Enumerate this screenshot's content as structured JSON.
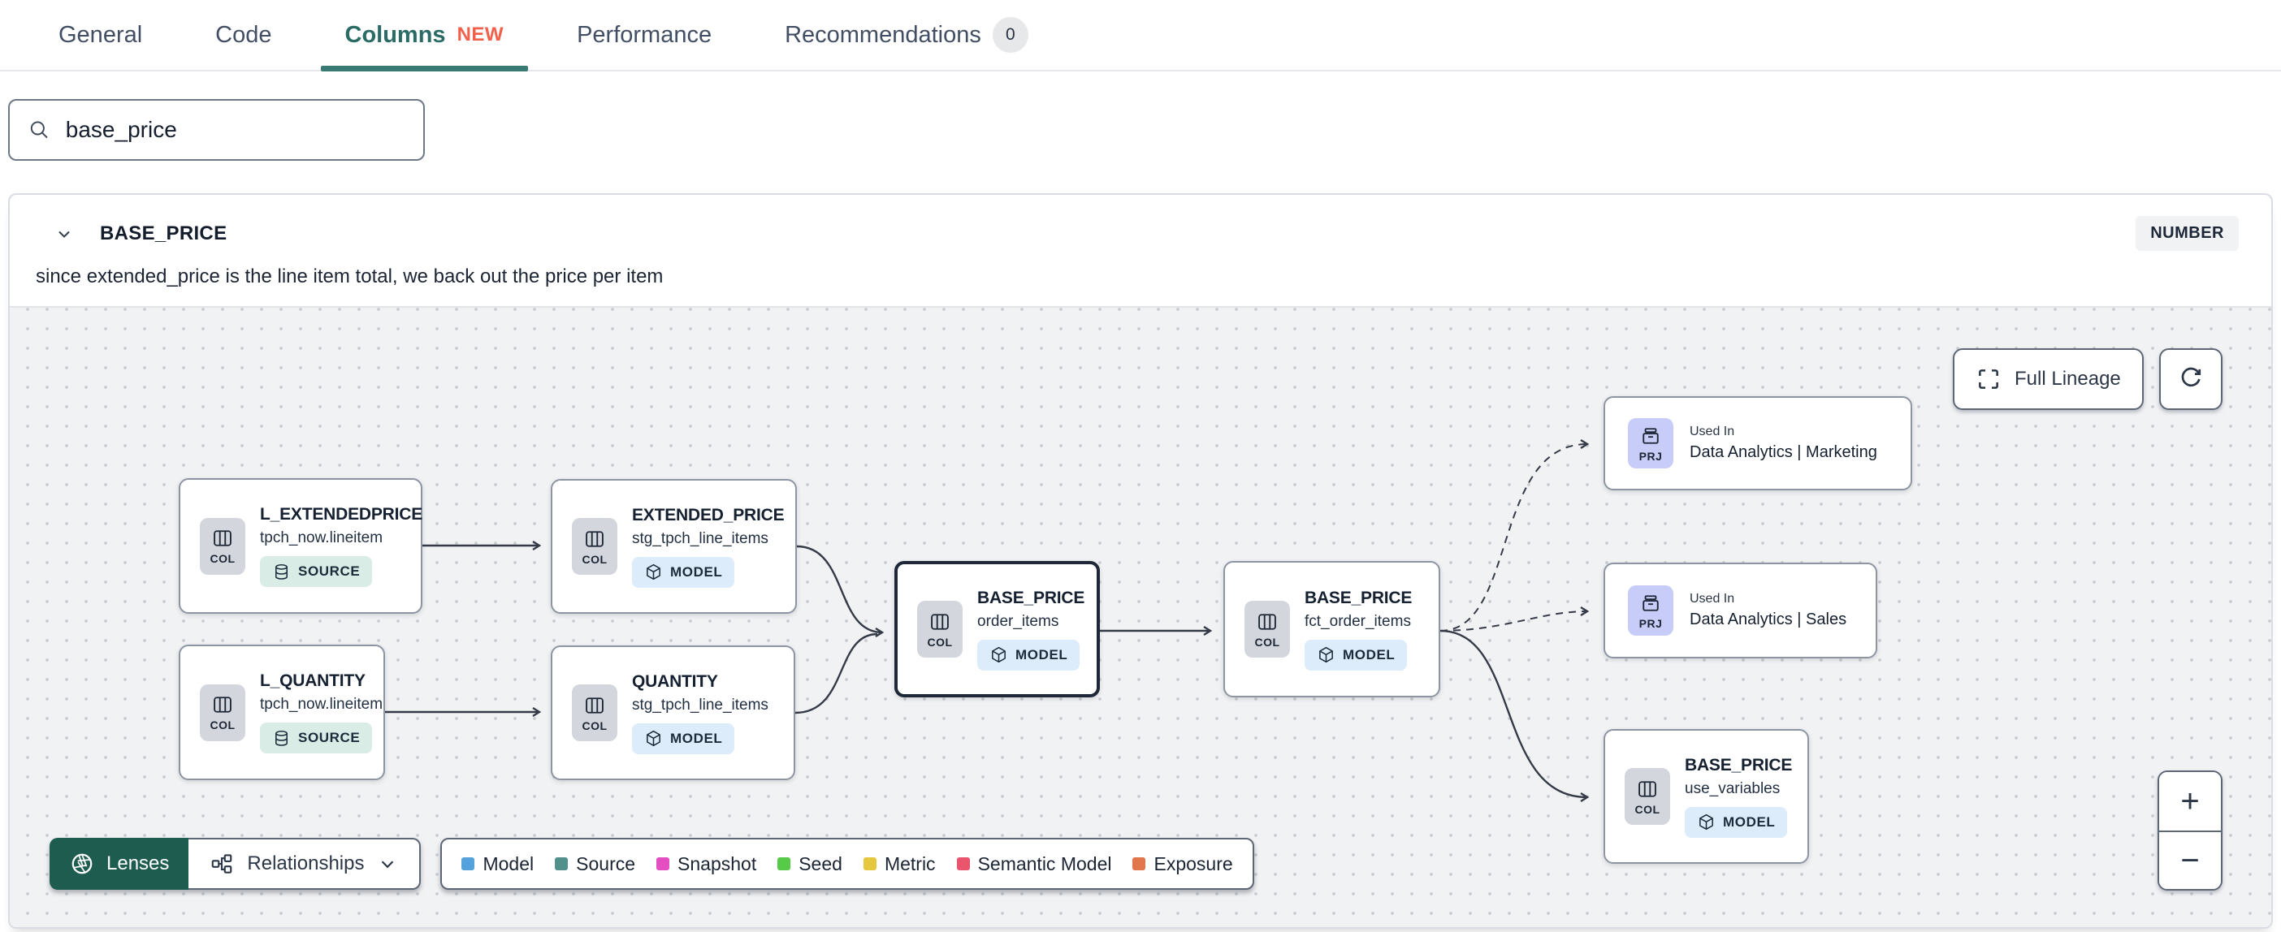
{
  "tabs": {
    "items": [
      {
        "label": "General"
      },
      {
        "label": "Code"
      },
      {
        "label": "Columns",
        "badge": "NEW",
        "active": true
      },
      {
        "label": "Performance"
      },
      {
        "label": "Recommendations",
        "count": "0"
      }
    ]
  },
  "search": {
    "value": "base_price"
  },
  "column_panel": {
    "name": "BASE_PRICE",
    "type_badge": "NUMBER",
    "description": "since extended_price is the line item total, we back out the price per item"
  },
  "lineage": {
    "buttons": {
      "full_lineage": "Full Lineage"
    },
    "nodes": [
      {
        "badge": "COL",
        "title": "L_EXTENDEDPRICE",
        "subtitle": "tpch_now.lineitem",
        "kind": "SOURCE"
      },
      {
        "badge": "COL",
        "title": "L_QUANTITY",
        "subtitle": "tpch_now.lineitem",
        "kind": "SOURCE"
      },
      {
        "badge": "COL",
        "title": "EXTENDED_PRICE",
        "subtitle": "stg_tpch_line_items",
        "kind": "MODEL"
      },
      {
        "badge": "COL",
        "title": "QUANTITY",
        "subtitle": "stg_tpch_line_items",
        "kind": "MODEL"
      },
      {
        "badge": "COL",
        "title": "BASE_PRICE",
        "subtitle": "order_items",
        "kind": "MODEL"
      },
      {
        "badge": "COL",
        "title": "BASE_PRICE",
        "subtitle": "fct_order_items",
        "kind": "MODEL"
      },
      {
        "badge": "PRJ",
        "title": "Used In",
        "subtitle": "Data Analytics | Marketing"
      },
      {
        "badge": "PRJ",
        "title": "Used In",
        "subtitle": "Data Analytics | Sales"
      },
      {
        "badge": "COL",
        "title": "BASE_PRICE",
        "subtitle": "use_variables",
        "kind": "MODEL"
      }
    ],
    "toolbar": {
      "lenses": "Lenses",
      "relationships": "Relationships"
    },
    "legend": [
      {
        "label": "Model",
        "color": "#55a1dc"
      },
      {
        "label": "Source",
        "color": "#52908c"
      },
      {
        "label": "Snapshot",
        "color": "#e34fc0"
      },
      {
        "label": "Seed",
        "color": "#58ca4a"
      },
      {
        "label": "Metric",
        "color": "#e5c83e"
      },
      {
        "label": "Semantic Model",
        "color": "#e8556d"
      },
      {
        "label": "Exposure",
        "color": "#e0764a"
      }
    ],
    "zoom": {
      "in": "+",
      "out": "−"
    }
  }
}
